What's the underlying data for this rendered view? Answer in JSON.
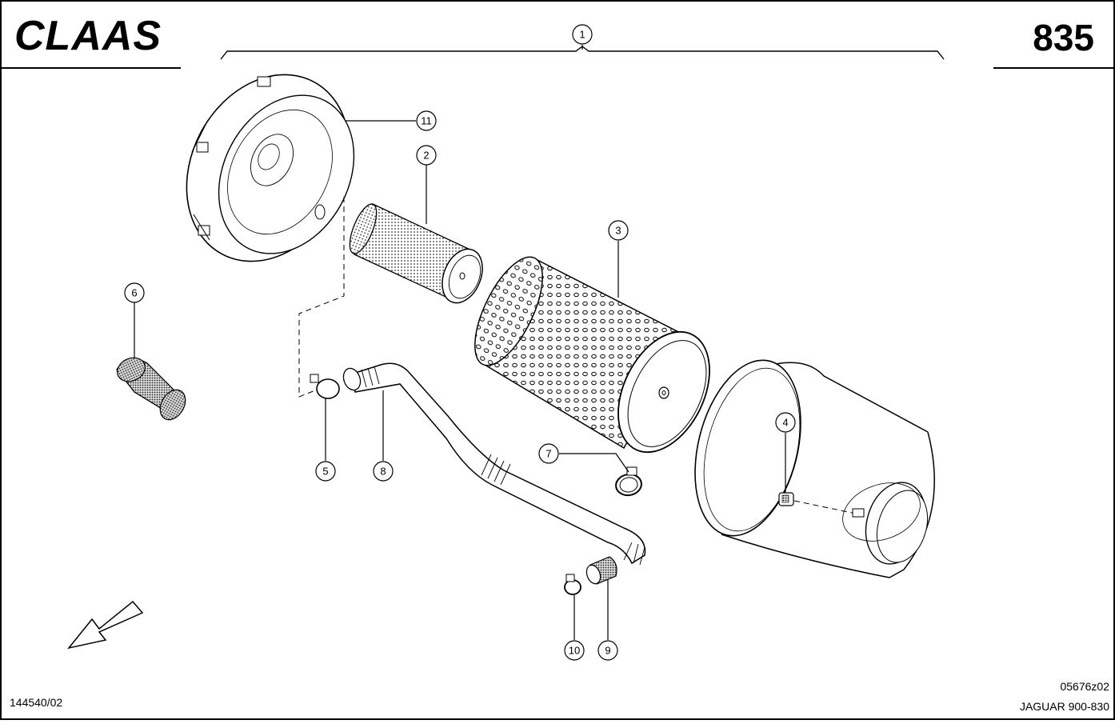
{
  "header": {
    "brand": "CLAAS",
    "page_number": "835"
  },
  "footer": {
    "left_code": "144540/02",
    "drawing_code": "05676z02",
    "model": "JAGUAR 900-830"
  },
  "callouts": [
    {
      "id": "callout-1",
      "label": "1"
    },
    {
      "id": "callout-2",
      "label": "2"
    },
    {
      "id": "callout-3",
      "label": "3"
    },
    {
      "id": "callout-4",
      "label": "4"
    },
    {
      "id": "callout-5",
      "label": "5"
    },
    {
      "id": "callout-6",
      "label": "6"
    },
    {
      "id": "callout-7",
      "label": "7"
    },
    {
      "id": "callout-8",
      "label": "8"
    },
    {
      "id": "callout-9",
      "label": "9"
    },
    {
      "id": "callout-10",
      "label": "10"
    },
    {
      "id": "callout-11",
      "label": "11"
    }
  ],
  "icons": {
    "direction": "direction-arrow-icon"
  }
}
